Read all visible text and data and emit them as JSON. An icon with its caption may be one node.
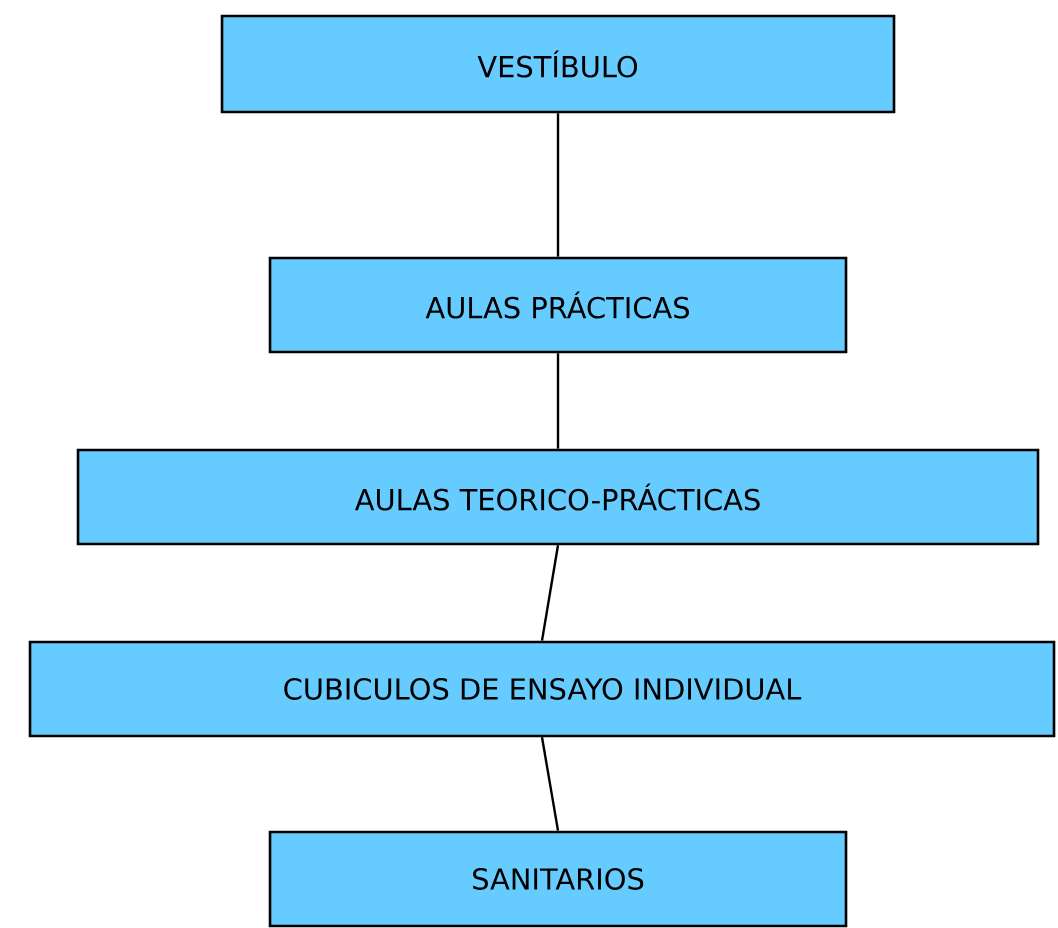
{
  "diagram": {
    "nodes": [
      {
        "text": [
          "VESTÍBULO"
        ]
      },
      {
        "text": [
          "AULAS PRÁCTICAS"
        ]
      },
      {
        "text": [
          "AULAS TEORICO-PRÁCTICAS"
        ]
      },
      {
        "text": [
          "CUBICULOS DE ENSAYO INDIVIDUAL"
        ]
      },
      {
        "text": [
          "SANITARIOS"
        ]
      }
    ],
    "edges": [
      {
        "from": 0,
        "to": 1,
        "arrow": "none"
      },
      {
        "from": 1,
        "to": 2,
        "arrow": "none"
      },
      {
        "from": 2,
        "to": 3,
        "arrow": "none"
      },
      {
        "from": 3,
        "to": 4,
        "arrow": "none"
      }
    ]
  }
}
